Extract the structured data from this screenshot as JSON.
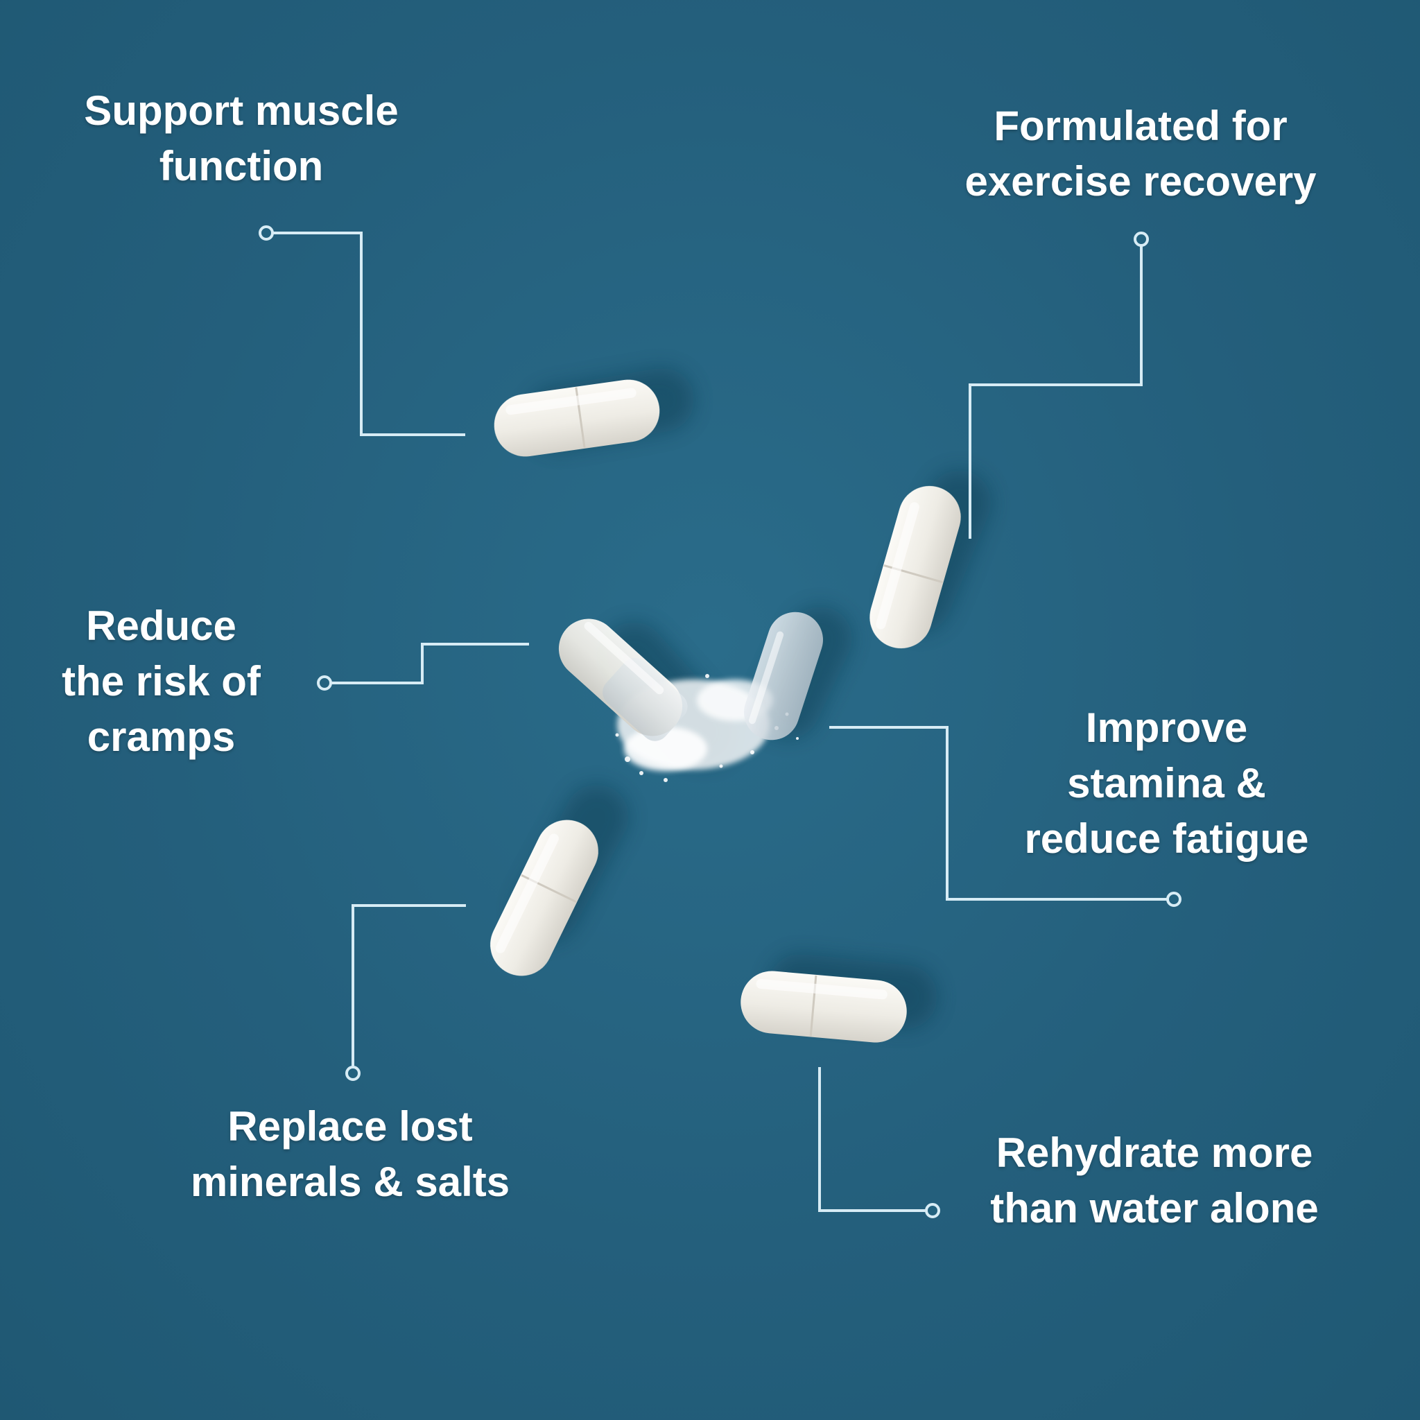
{
  "colors": {
    "background": "#23627f",
    "line": "#d7ecf5",
    "capsule": "#f1efe9"
  },
  "callouts": [
    {
      "id": "muscle",
      "lines": [
        "Support muscle",
        "function"
      ]
    },
    {
      "id": "recovery",
      "lines": [
        "Formulated for",
        "exercise recovery"
      ]
    },
    {
      "id": "cramps",
      "lines": [
        "Reduce",
        "the risk of",
        "cramps"
      ]
    },
    {
      "id": "stamina",
      "lines": [
        "Improve",
        "stamina &",
        "reduce fatigue"
      ]
    },
    {
      "id": "minerals",
      "lines": [
        "Replace lost",
        "minerals & salts"
      ]
    },
    {
      "id": "rehydrate",
      "lines": [
        "Rehydrate more",
        "than water alone"
      ]
    }
  ]
}
